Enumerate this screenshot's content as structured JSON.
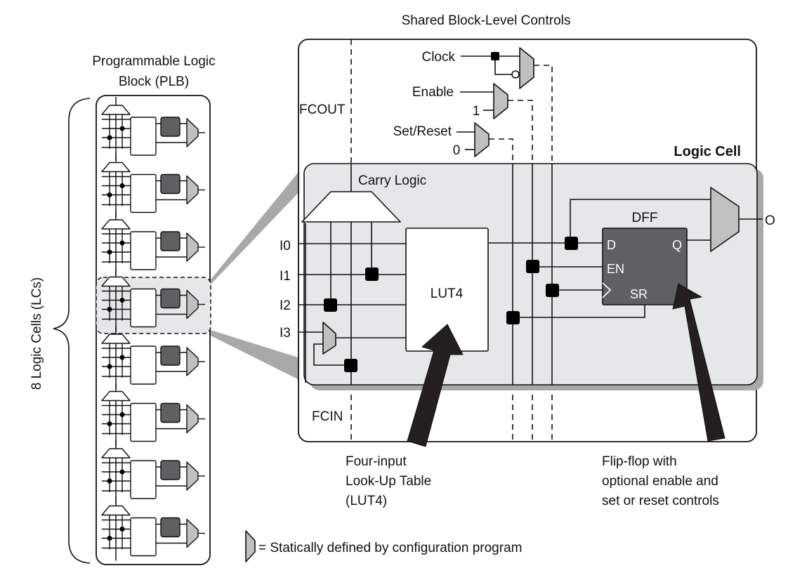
{
  "colors": {
    "mux_fill": "#c0c0c0",
    "logic_cell_fill": "#e6e7e9",
    "logic_cell_shadow": "#a9a9a9",
    "dff_fill": "#5f6062",
    "arrow_fill": "#231f20",
    "wire": "#111111"
  },
  "plb": {
    "title_line1": "Programmable Logic",
    "title_line2": "Block (PLB)",
    "cell_count_label": "8 Logic Cells (LCs)",
    "cell_count": 8,
    "highlighted_cell_index": 3
  },
  "shared_controls": {
    "title": "Shared Block-Level Controls",
    "signals": [
      {
        "label": "Clock",
        "const": ""
      },
      {
        "label": "Enable",
        "const": "1"
      },
      {
        "label": "Set/Reset",
        "const": "0"
      }
    ],
    "fcout": "FCOUT",
    "fcin": "FCIN"
  },
  "logic_cell": {
    "title": "Logic Cell",
    "carry_logic": "Carry Logic",
    "inputs": [
      "I0",
      "I1",
      "I2",
      "I3"
    ],
    "lut_label": "LUT4",
    "dff": {
      "title": "DFF",
      "ports": {
        "d": "D",
        "en": "EN",
        "sr": "SR",
        "q": "Q"
      }
    },
    "output": "O"
  },
  "callouts": {
    "lut": [
      "Four-input",
      "Look-Up Table",
      "(LUT4)"
    ],
    "ff": [
      "Flip-flop with",
      "optional enable and",
      "set or reset controls"
    ]
  },
  "legend": {
    "text": "= Statically defined by configuration program",
    "icon": "mux-icon"
  }
}
